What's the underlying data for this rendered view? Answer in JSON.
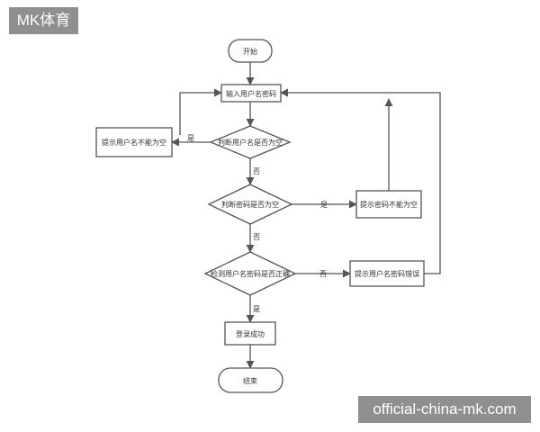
{
  "watermarks": {
    "top_left": "MK体育",
    "bottom_right": "official-china-mk.com"
  },
  "nodes": {
    "start": "开始",
    "input": "输入用户名密码",
    "check_user_empty": "判断用户名是否为空",
    "prompt_user_empty": "提示用户名不能为空",
    "check_pwd_empty": "判断密码是否为空",
    "prompt_pwd_empty": "提示密码不能为空",
    "verify": "检测用户名密码是否正确",
    "prompt_wrong": "提示用户名密码错误",
    "success": "登录成功",
    "end": "结束"
  },
  "edges": {
    "user_empty_yes": "是",
    "user_empty_no": "否",
    "pwd_empty_yes": "是",
    "pwd_empty_no": "否",
    "verify_no": "否",
    "verify_yes": "是"
  },
  "colors": {
    "stroke": "#555555",
    "watermark_bg": "#8f8f8f"
  }
}
